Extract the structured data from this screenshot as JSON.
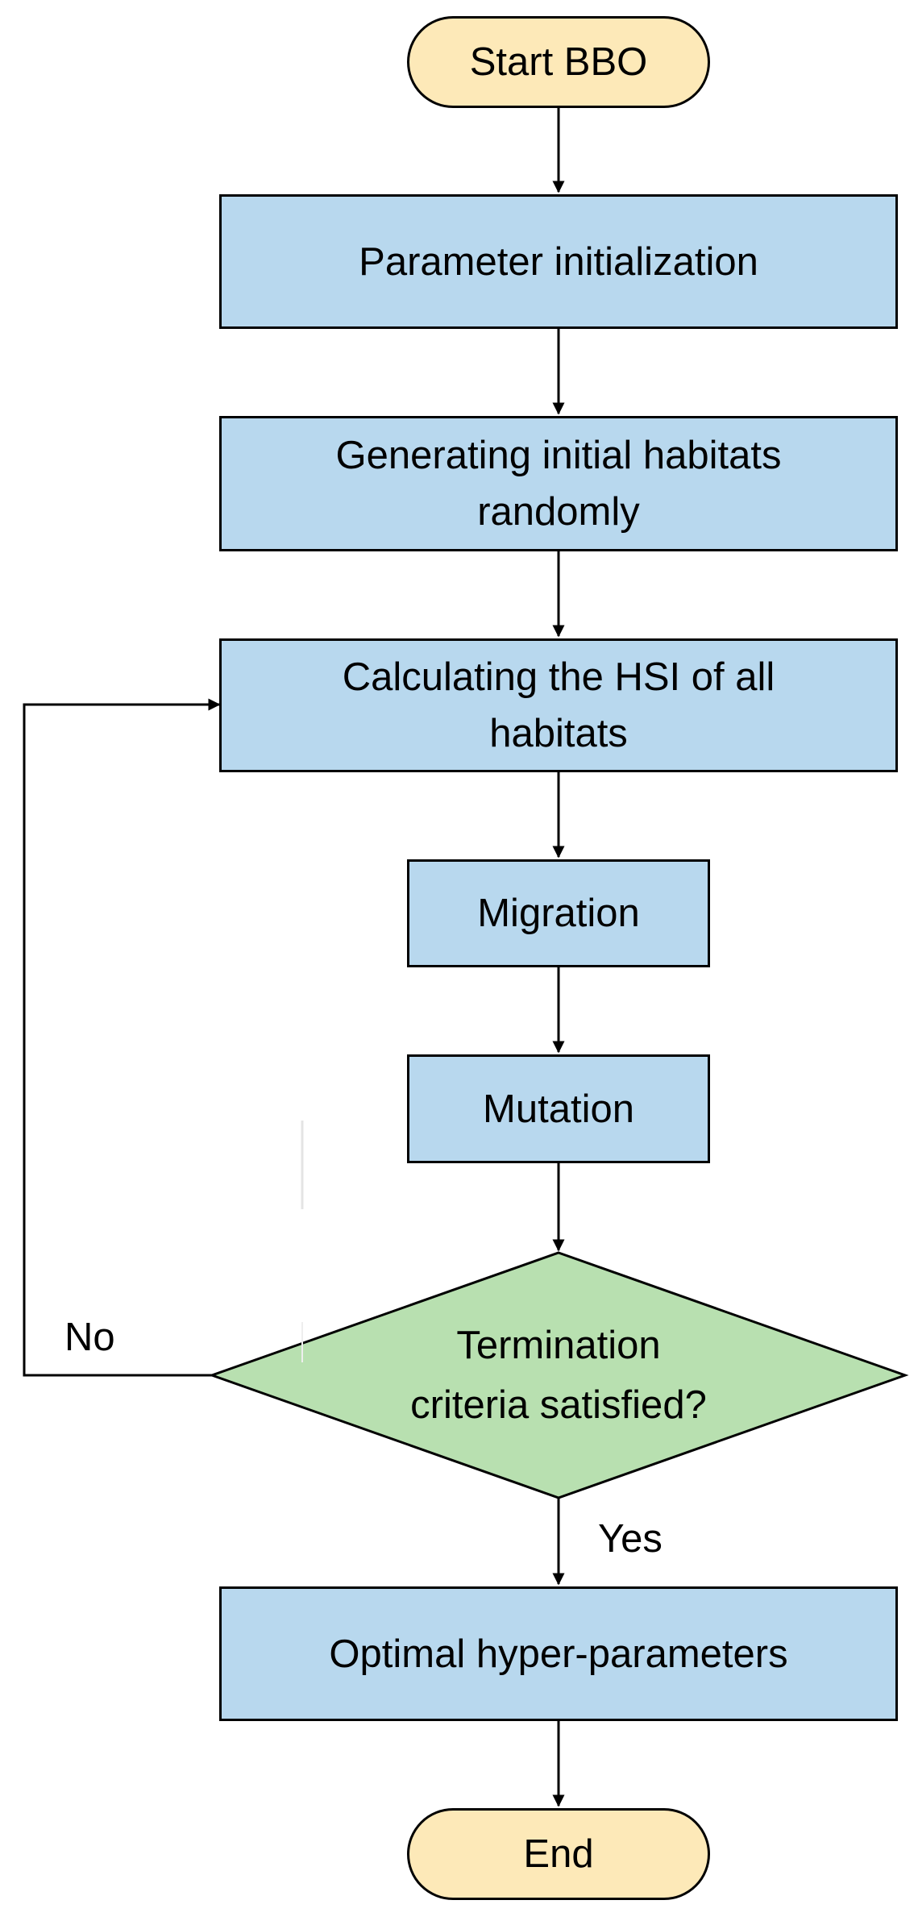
{
  "nodes": {
    "start": "Start BBO",
    "param_init": "Parameter initialization",
    "generate": "Generating initial habitats randomly",
    "hsi": "Calculating the HSI of all habitats",
    "migration": "Migration",
    "mutation": "Mutation",
    "decision": "Termination criteria satisfied?",
    "optimal": "Optimal hyper-parameters",
    "end": "End"
  },
  "edges": {
    "no_label": "No",
    "yes_label": "Yes"
  },
  "colors": {
    "terminal_fill": "#fde9b8",
    "process_fill": "#b8d8ee",
    "decision_fill": "#b8e0b0",
    "line": "#000000"
  }
}
